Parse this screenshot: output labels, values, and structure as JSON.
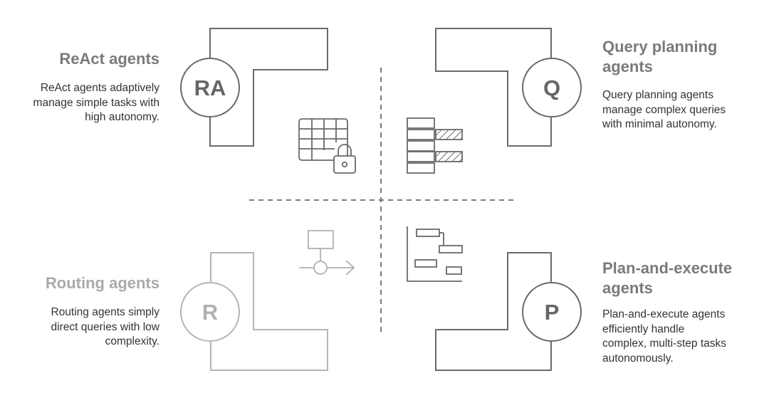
{
  "quadrants": {
    "react": {
      "badge": "RA",
      "title": "ReAct agents",
      "description_lines": [
        "ReAct agents adaptively",
        "manage simple tasks with",
        "high autonomy."
      ]
    },
    "query": {
      "badge": "Q",
      "title_lines": [
        "Query planning",
        "agents"
      ],
      "description_lines": [
        "Query planning agents",
        "manage complex queries",
        "with minimal autonomy."
      ]
    },
    "routing": {
      "badge": "R",
      "title": "Routing agents",
      "description_lines": [
        "Routing agents simply",
        "direct queries with low",
        "complexity."
      ]
    },
    "plan": {
      "badge": "P",
      "title_lines": [
        "Plan-and-execute",
        "agents"
      ],
      "description_lines": [
        "Plan-and-execute agents",
        "efficiently handle",
        "complex, multi-step tasks",
        "autonomously."
      ]
    }
  },
  "icons": {
    "react": "table-lock-icon",
    "query": "hatched-bars-icon",
    "routing": "routing-flow-icon",
    "plan": "gantt-chart-icon"
  },
  "colors": {
    "stroke": "#6a6a6a",
    "faded_stroke": "#b5b5b5",
    "title": "#7a7a7a",
    "faded_title": "#aaaaaa",
    "text": "#333333"
  }
}
